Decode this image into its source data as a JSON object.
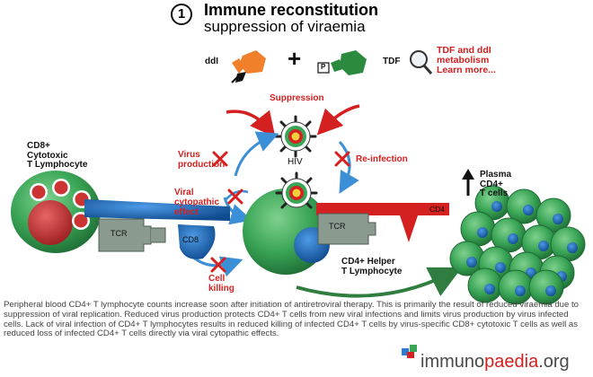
{
  "header": {
    "step_number": "1",
    "title": "Immune reconstitution",
    "subtitle": "suppression of viraemia"
  },
  "drugs": {
    "ddi": "ddI",
    "plus": "+",
    "tdf": "TDF",
    "tdf_p_label": "P",
    "learn_link_line1": "TDF and ddI",
    "learn_link_line2": "metabolism",
    "learn_link_line3": "Learn more..."
  },
  "labels": {
    "suppression": "Suppression",
    "hiv": "HIV",
    "virus_production_1": "Virus",
    "virus_production_2": "production",
    "reinfection": "Re-infection",
    "viral_cytopathic_1": "Viral",
    "viral_cytopathic_2": "cytopathic",
    "viral_cytopathic_3": "effect",
    "cell_killing_1": "Cell",
    "cell_killing_2": "killing",
    "cd8_cell_1": "CD8+",
    "cd8_cell_2": "Cytotoxic",
    "cd8_cell_3": "T Lymphocyte",
    "tcr_left": "TCR",
    "cd8_receptor": "CD8",
    "tcr_right": "TCR",
    "cd4_receptor": "CD4",
    "cd4_cell_1": "CD4+ Helper",
    "cd4_cell_2": "T Lymphocyte",
    "plasma_1": "Plasma",
    "plasma_2": "CD4+",
    "plasma_3": "T cells",
    "up_arrow": "↑"
  },
  "caption": "Peripheral blood CD4+ T lymphocyte counts increase soon after initiation of antiretroviral therapy. This is primarily the result of reduced viraemia due to suppression of viral replication. Reduced virus production protects CD4+ T cells from new viral infections and limits virus production by virus infected cells. Lack of viral infection of CD4+ T lymphocytes results in reduced killing of infected CD4+ T cells by virus-specific CD8+ cytotoxic T cells as well as reduced loss of infected CD4+ T cells directly via viral cytopathic effects.",
  "logo": {
    "part1": "immuno",
    "part2": "paedia",
    "part3": ".org"
  },
  "colors": {
    "red": "#d42020",
    "green_cell": "#3aa556",
    "blue_arrow": "#3b8fd6",
    "blue_receptor": "#1e6fc0",
    "nucleus_red": "#b8272a",
    "nucleus_blue": "#1a5fa8"
  }
}
